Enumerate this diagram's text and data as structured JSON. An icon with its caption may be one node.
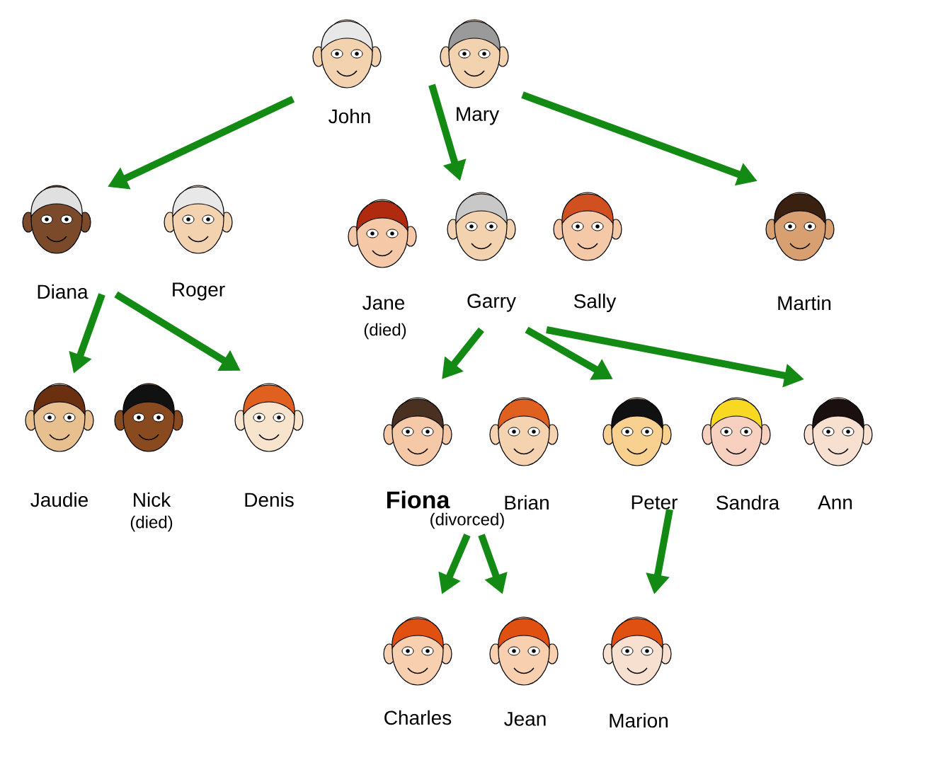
{
  "diagram": {
    "nodes": [
      {
        "text": [
          "John"
        ]
      },
      {
        "text": [
          "Mary"
        ]
      },
      {
        "text": [
          "Diana"
        ]
      },
      {
        "text": [
          "Roger"
        ]
      },
      {
        "text": [
          "Jane"
        ],
        "beside": [
          "(died)"
        ]
      },
      {
        "text": [
          "Garry"
        ]
      },
      {
        "text": [
          "Sally"
        ]
      },
      {
        "text": [
          "Martin"
        ]
      },
      {
        "text": [
          "Jaudie"
        ]
      },
      {
        "text": [
          "Nick"
        ],
        "beside": [
          "(died)"
        ]
      },
      {
        "text": [
          "Denis"
        ]
      },
      {
        "text": [
          "Fiona"
        ],
        "beside": [
          "(divorced)"
        ]
      },
      {
        "text": [
          "Brian"
        ]
      },
      {
        "text": [
          "Peter"
        ]
      },
      {
        "text": [
          "Sandra"
        ]
      },
      {
        "text": [
          "Ann"
        ]
      },
      {
        "text": [
          "Charles"
        ]
      },
      {
        "text": [
          "Jean"
        ]
      },
      {
        "text": [
          "Marion"
        ]
      }
    ],
    "edges": [
      {
        "from": 0,
        "to": 2,
        "arrow": "to"
      },
      {
        "from": 1,
        "to": 5,
        "arrow": "to"
      },
      {
        "from": 1,
        "to": 7,
        "arrow": "to"
      },
      {
        "from": 2,
        "to": 8,
        "arrow": "to"
      },
      {
        "from": 2,
        "to": 10,
        "arrow": "to"
      },
      {
        "from": 5,
        "to": 11,
        "arrow": "to"
      },
      {
        "from": 5,
        "to": 13,
        "arrow": "to"
      },
      {
        "from": 5,
        "to": 15,
        "arrow": "to"
      },
      {
        "from": 11,
        "to": 16,
        "arrow": "to"
      },
      {
        "from": 11,
        "to": 17,
        "arrow": "to"
      },
      {
        "from": 13,
        "to": 18,
        "arrow": "to"
      }
    ]
  }
}
